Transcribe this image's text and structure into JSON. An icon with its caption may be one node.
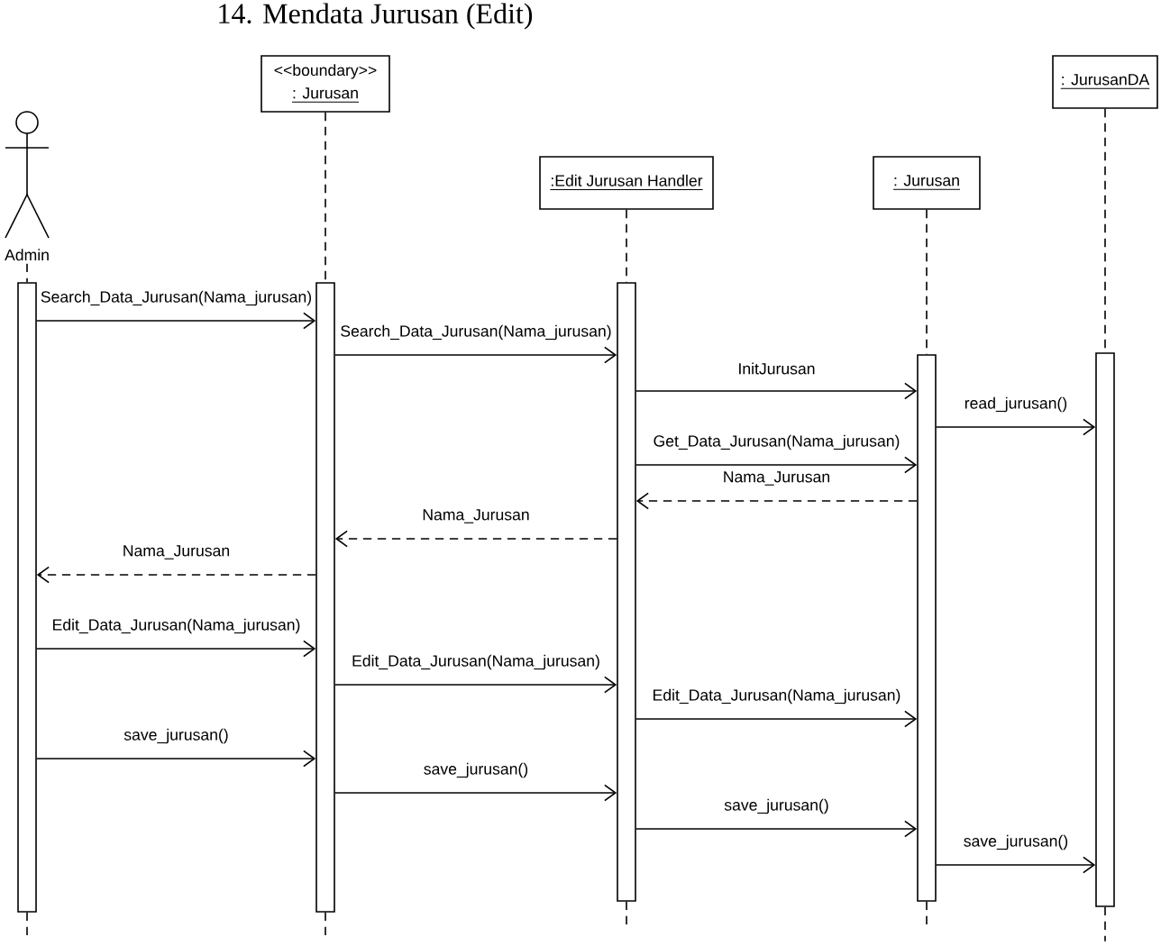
{
  "diagram": {
    "title": "14. Mendata Jurusan (Edit)",
    "nodes": [
      {
        "text": [],
        "shape": "person",
        "beside": [
          "Admin"
        ]
      },
      {
        "text": [
          "<<boundary>>",
          ": Jurusan"
        ]
      },
      {
        "text": [
          ":Edit Jurusan Handler"
        ]
      },
      {
        "text": [
          ": Jurusan"
        ]
      },
      {
        "text": [
          ": JurusanDA"
        ]
      },
      {
        "text": [],
        "shape": "bar"
      },
      {
        "text": [],
        "shape": "bar"
      },
      {
        "text": [],
        "shape": "bar"
      },
      {
        "text": [],
        "shape": "bar"
      },
      {
        "text": [],
        "shape": "bar"
      }
    ],
    "edges": [
      {
        "from": 0,
        "to": 5,
        "arrow": "none",
        "style": "dashed"
      },
      {
        "from": 1,
        "to": 6,
        "arrow": "none",
        "style": "dashed"
      },
      {
        "from": 2,
        "to": 7,
        "arrow": "none",
        "style": "dashed"
      },
      {
        "from": 3,
        "to": 8,
        "arrow": "none",
        "style": "dashed"
      },
      {
        "from": 4,
        "to": 9,
        "arrow": "none",
        "style": "dashed"
      },
      {
        "from": 5,
        "to": 6,
        "arrow": "to",
        "label": "Search_Data_Jurusan(Nama_jurusan)"
      },
      {
        "from": 6,
        "to": 7,
        "arrow": "to",
        "label": "Search_Data_Jurusan(Nama_jurusan)"
      },
      {
        "from": 7,
        "to": 8,
        "arrow": "to",
        "label": "InitJurusan"
      },
      {
        "from": 8,
        "to": 9,
        "arrow": "to",
        "label": "read_jurusan()"
      },
      {
        "from": 7,
        "to": 8,
        "arrow": "to",
        "label": "Get_Data_Jurusan(Nama_jurusan)"
      },
      {
        "from": 8,
        "to": 7,
        "arrow": "to",
        "label": "Nama_Jurusan",
        "style": "dashed"
      },
      {
        "from": 7,
        "to": 6,
        "arrow": "to",
        "label": "Nama_Jurusan",
        "style": "dashed"
      },
      {
        "from": 6,
        "to": 5,
        "arrow": "to",
        "label": "Nama_Jurusan",
        "style": "dashed"
      },
      {
        "from": 5,
        "to": 6,
        "arrow": "to",
        "label": "Edit_Data_Jurusan(Nama_jurusan)"
      },
      {
        "from": 6,
        "to": 7,
        "arrow": "to",
        "label": "Edit_Data_Jurusan(Nama_jurusan)"
      },
      {
        "from": 7,
        "to": 8,
        "arrow": "to",
        "label": "Edit_Data_Jurusan(Nama_jurusan)"
      },
      {
        "from": 5,
        "to": 6,
        "arrow": "to",
        "label": "save_jurusan()"
      },
      {
        "from": 6,
        "to": 7,
        "arrow": "to",
        "label": "save_jurusan()"
      },
      {
        "from": 7,
        "to": 8,
        "arrow": "to",
        "label": "save_jurusan()"
      },
      {
        "from": 8,
        "to": 9,
        "arrow": "to",
        "label": "save_jurusan()"
      }
    ]
  }
}
